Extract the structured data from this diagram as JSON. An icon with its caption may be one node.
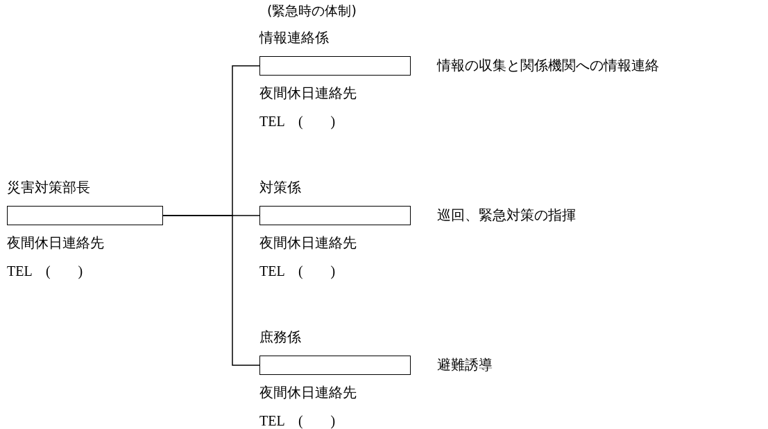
{
  "diagram": {
    "title": "(緊急時の体制)",
    "nodes": [
      {
        "text": [
          "災害対策部長"
        ],
        "beside": [
          "夜間休日連絡先",
          "TEL　(　　)"
        ]
      },
      {
        "text": [
          "情報連絡係"
        ],
        "beside": [
          "夜間休日連絡先",
          "TEL　(　　)",
          "情報の収集と関係機関への情報連絡"
        ]
      },
      {
        "text": [
          "対策係"
        ],
        "beside": [
          "夜間休日連絡先",
          "TEL　(　　)",
          "巡回、緊急対策の指揮"
        ]
      },
      {
        "text": [
          "庶務係"
        ],
        "beside": [
          "夜間休日連絡先",
          "TEL　(　　)",
          "避難誘導"
        ]
      }
    ],
    "edges": [
      {
        "from": 0,
        "to": 1,
        "arrow": "none"
      },
      {
        "from": 0,
        "to": 2,
        "arrow": "none"
      },
      {
        "from": 0,
        "to": 3,
        "arrow": "none"
      }
    ]
  }
}
